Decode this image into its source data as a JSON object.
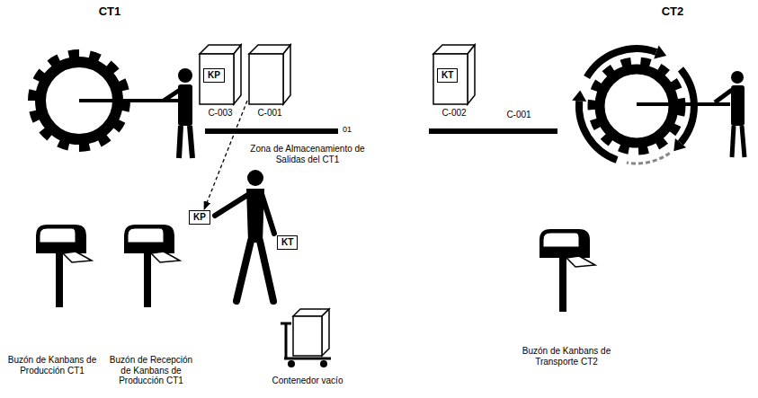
{
  "diagram": {
    "nodes": [
      {
        "text": [
          "C-003"
        ]
      },
      {
        "text": [
          "KP"
        ],
        "in": 0
      },
      {
        "text": [
          "C-001"
        ]
      },
      {
        "text": [
          "C-002"
        ]
      },
      {
        "text": [
          "KT"
        ],
        "in": 3
      },
      {
        "text": [
          "KP"
        ]
      },
      {
        "text": [
          "KT"
        ]
      }
    ],
    "edges": [
      {
        "from": 2,
        "to": 5,
        "arrow": "to"
      }
    ],
    "labels": [
      "CT1",
      "CT2",
      "01",
      "C-001",
      "Zona de Almacenamiento de Salidas del CT1",
      "Buzón de Kanbans de Producción CT1",
      "Buzón de Recepción de Kanbans de Producción CT1",
      "Contenedor vacío",
      "Buzón de Kanbans de Transporte CT2"
    ]
  }
}
